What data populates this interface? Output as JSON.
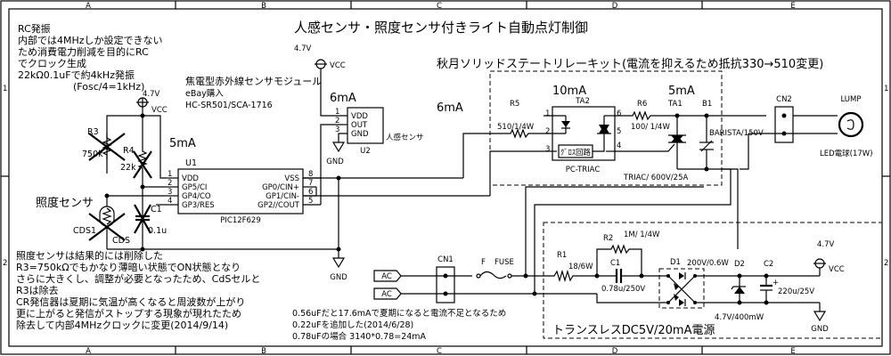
{
  "title": "人感センサ・照度センサ付きライト自動点灯制御",
  "border": {
    "columns": [
      "A",
      "B",
      "C",
      "D",
      "E"
    ],
    "rows": [
      "1",
      "2"
    ]
  },
  "notes": {
    "rc_osc": [
      "RC発振",
      "内部では4MHzしか設定できない",
      "ため消費電力削減を目的にRC",
      "でクロック生成",
      "22kΩ0.1uFで約4kHz発振",
      "(Fosc/4=1kHz)"
    ],
    "pir_module": [
      "焦電型赤外線センサモジュール",
      "eBay購入",
      "HC-SR501/SCA-1716"
    ],
    "ssr_kit": "秋月ソリッドステートリレーキット(電流を抑えるため抵抗330→510変更)",
    "light_sensor_removed": [
      "照度センサは結果的には削除した",
      "R3=750kΩでもかなり薄暗い状態でON状態となり",
      "さらに大きくし、調整が必要となったため、CdSセルと",
      "R3は除去",
      "CR発信器は夏期に気温が高くなると周波数が上がり",
      "更に上がると発信がストップする現象が現れたため",
      "除去して内部4MHzクロックに変更(2014/9/14)"
    ],
    "capacitor": [
      "0.56uFだと17.6mAで夏期になると電流不足となるため",
      "0.22uFを追加した(2014/6/28)",
      "0.78uFの場合 3140*0.78=24mA"
    ],
    "power_supply": "トランスレスDC5V/20mA電源",
    "light_sensor_label": "照度センサ"
  },
  "currents": {
    "u1": "5mA",
    "u2": "6mA",
    "signal": "6mA",
    "ta2": "10mA",
    "ta1": "5mA"
  },
  "power": {
    "vcc": "VCC",
    "voltage": "4.7V",
    "gnd": "GND",
    "ac": "AC"
  },
  "components": {
    "u1": {
      "ref": "U1",
      "part": "PIC12F629",
      "left_pins": [
        {
          "num": "1",
          "name": "VDD"
        },
        {
          "num": "2",
          "name": "GP5/CI"
        },
        {
          "num": "3",
          "name": "GP4/CO"
        },
        {
          "num": "4",
          "name": "GP3/RES"
        }
      ],
      "right_pins": [
        {
          "num": "8",
          "name": "VSS"
        },
        {
          "num": "7",
          "name": "GP0/CIN+"
        },
        {
          "num": "6",
          "name": "GP1/CIN-"
        },
        {
          "num": "5",
          "name": "GP2//COUT"
        }
      ]
    },
    "u2": {
      "ref": "U2",
      "label": "人感センサ",
      "pins": [
        {
          "num": "1",
          "name": "VDD"
        },
        {
          "num": "2",
          "name": "OUT"
        },
        {
          "num": "3",
          "name": "GND"
        }
      ]
    },
    "r3": {
      "ref": "R3",
      "value": "750k"
    },
    "r4": {
      "ref": "R4",
      "value": "22k"
    },
    "c1_osc": {
      "ref": "C1",
      "value": "0.1u"
    },
    "cds1": {
      "ref": "CDS1",
      "value": "CDS"
    },
    "r5": {
      "ref": "R5",
      "value": "510/1/4W"
    },
    "ta2": {
      "ref": "TA2",
      "part": "PC-TRIAC",
      "inner": "ｸﾞﾛｽ回路",
      "pins": [
        "1",
        "2",
        "3",
        "6",
        "5",
        "4"
      ]
    },
    "r6": {
      "ref": "R6",
      "value": "100/ 1/4W"
    },
    "ta1": {
      "ref": "TA1",
      "value": "TRIAC/ 600V/25A"
    },
    "b1": {
      "ref": "B1",
      "value": "BARISTA/150V"
    },
    "cn2": {
      "ref": "CN2"
    },
    "lamp": {
      "ref": "LUMP",
      "value": "LED電球(17W)"
    },
    "cn1": {
      "ref": "CN1"
    },
    "fuse": {
      "ref": "F",
      "value": "FUSE"
    },
    "r1": {
      "ref": "R1",
      "value": "18/6W"
    },
    "r2": {
      "ref": "R2",
      "value": "1M/ 1/4W"
    },
    "c1_ps": {
      "ref": "C1",
      "value": "0.78u/250V"
    },
    "d1": {
      "ref": "D1",
      "value": "200V/0.6W"
    },
    "d2": {
      "ref": "D2",
      "value": "4.7V/400mW"
    },
    "c2": {
      "ref": "C2",
      "value": "220u/25V"
    }
  }
}
